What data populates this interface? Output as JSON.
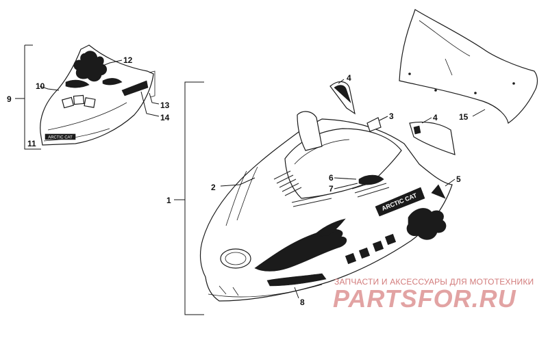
{
  "callouts": {
    "c1": "1",
    "c2": "2",
    "c3": "3",
    "c4a": "4",
    "c4b": "4",
    "c5": "5",
    "c6": "6",
    "c7": "7",
    "c8": "8",
    "c9": "9",
    "c10": "10",
    "c11": "11",
    "c12": "12",
    "c13": "13",
    "c14": "14",
    "c15": "15"
  },
  "decal_text": {
    "hood_side": "ARCTIC CAT",
    "nose_small": "ARCTIC CAT"
  },
  "watermark": {
    "tagline": "ЗАПЧАСТИ И АКСЕССУАРЫ ДЛЯ МОТОТЕХНИКИ",
    "logo": "PARTSFOR.RU"
  },
  "colors": {
    "line": "#1a1a1a",
    "decal_dark": "#1b1b1b",
    "watermark": "#e2a3a3"
  }
}
